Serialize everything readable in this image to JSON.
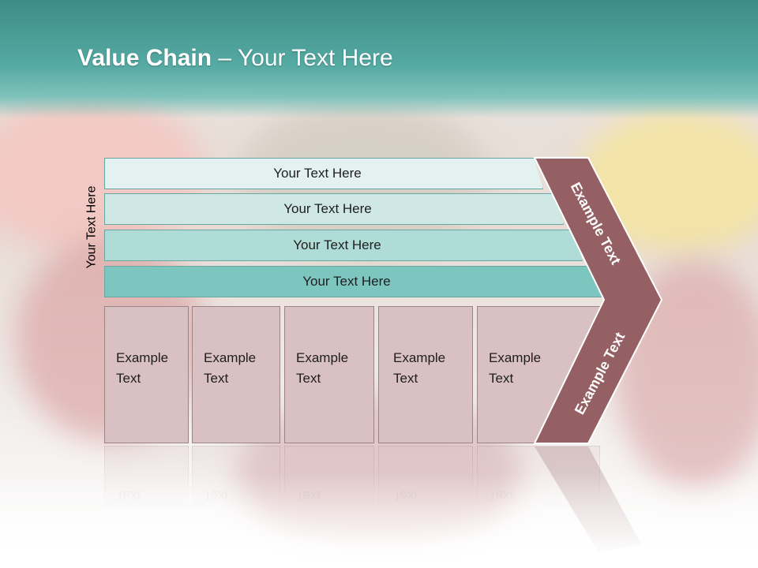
{
  "slide": {
    "title_bold": "Value Chain",
    "title_rest": " – Your Text Here",
    "side_label": "Your Text Here",
    "bars": [
      {
        "label": "Your Text Here",
        "color": "#e3f2f1"
      },
      {
        "label": "Your Text Here",
        "color": "#cfe8e6"
      },
      {
        "label": "Your Text Here",
        "color": "#b0dcd8"
      },
      {
        "label": "Your Text Here",
        "color": "#7dc6c0"
      }
    ],
    "columns": [
      {
        "line1": "Example",
        "line2": "Text"
      },
      {
        "line1": "Example",
        "line2": "Text"
      },
      {
        "line1": "Example",
        "line2": "Text"
      },
      {
        "line1": "Example",
        "line2": "Text"
      },
      {
        "line1": "Example",
        "line2": "Text"
      }
    ],
    "chevron_top_label": "Example Text",
    "chevron_bottom_label": "Example Text",
    "colors": {
      "header_teal": "#55aaa3",
      "chevron": "#956063",
      "column_fill": "#d9c1c3"
    }
  }
}
